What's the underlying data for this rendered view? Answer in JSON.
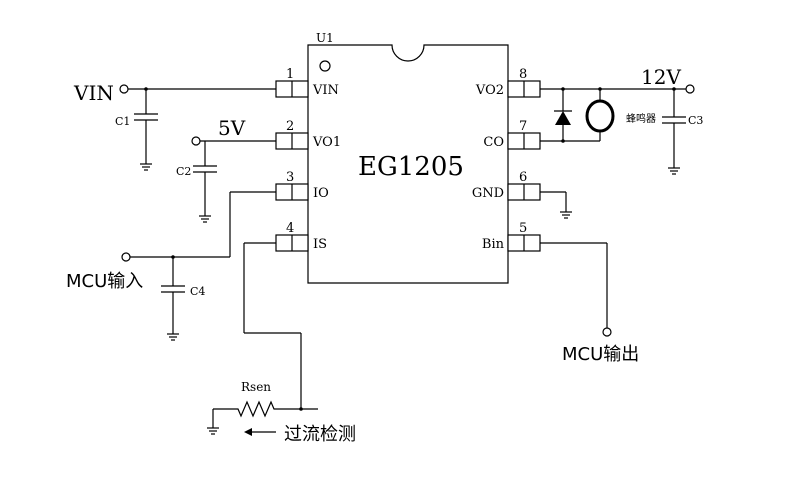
{
  "chip": {
    "ref": "U1",
    "name": "EG1205",
    "pins": [
      {
        "num": "1",
        "name": "VIN"
      },
      {
        "num": "2",
        "name": "VO1"
      },
      {
        "num": "3",
        "name": "IO"
      },
      {
        "num": "4",
        "name": "IS"
      },
      {
        "num": "5",
        "name": "Bin"
      },
      {
        "num": "6",
        "name": "GND"
      },
      {
        "num": "7",
        "name": "CO"
      },
      {
        "num": "8",
        "name": "VO2"
      }
    ]
  },
  "nets": {
    "vin": "VIN",
    "v5": "5V",
    "v12": "12V",
    "mcu_in": "MCU输入",
    "mcu_out": "MCU输出",
    "overcurrent": "过流检测"
  },
  "parts": {
    "c1": "C1",
    "c2": "C2",
    "c3": "C3",
    "c4": "C4",
    "rsen": "Rsen",
    "buzzer": "蜂鸣器"
  }
}
